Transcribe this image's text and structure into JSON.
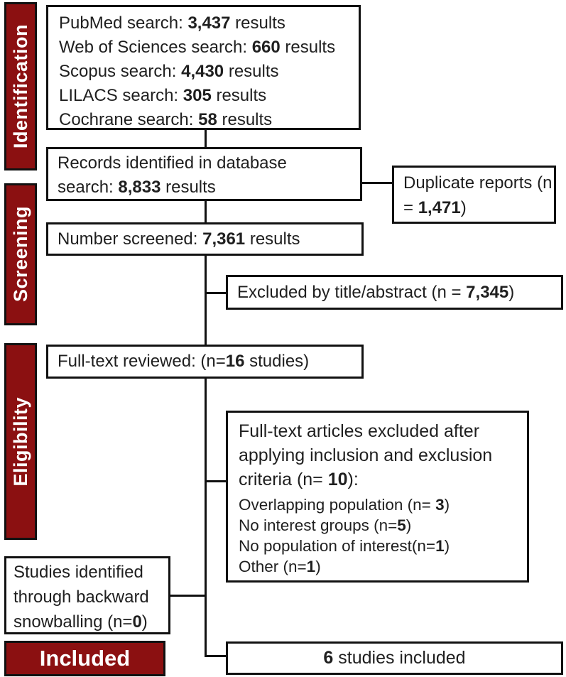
{
  "title": "PRISMA study selection flow diagram",
  "palette": {
    "accent_red": "#8b1011",
    "line_black": "#111111",
    "text": "#1f1f1f"
  },
  "sidebar": {
    "identification": "Identification",
    "screening": "Screening",
    "eligibility": "Eligibility",
    "included": "Included"
  },
  "boxes": {
    "search": {
      "lines": [
        {
          "pre": "PubMed search: ",
          "num": "3,437",
          "post": " results"
        },
        {
          "pre": "Web of Sciences search: ",
          "num": "660",
          "post": " results"
        },
        {
          "pre": "Scopus search: ",
          "num": "4,430",
          "post": " results"
        },
        {
          "pre": "LILACS search: ",
          "num": "305",
          "post": " results"
        },
        {
          "pre": "Cochrane search: ",
          "num": "58",
          "post": " results"
        }
      ]
    },
    "records": {
      "pre": "Records identified in database search: ",
      "num": "8,833",
      "post": " results"
    },
    "duplicates": {
      "pre": "Duplicate reports (n = ",
      "num": "1,471",
      "post": ")"
    },
    "screened": {
      "pre": "Number screened: ",
      "num": "7,361",
      "post": " results"
    },
    "excluded_title_abstract": {
      "pre": "Excluded by title/abstract (n = ",
      "num": "7,345",
      "post": ")"
    },
    "fulltext_reviewed": {
      "pre": "Full-text reviewed: (n=",
      "num": "16",
      "post": " studies)"
    },
    "fulltext_excluded": {
      "heading": {
        "pre": "Full-text articles excluded after applying inclusion and exclusion criteria (n= ",
        "num": "10",
        "post": "):"
      },
      "reasons": [
        {
          "pre": "Overlapping population (n= ",
          "num": "3",
          "post": ")"
        },
        {
          "pre": "No interest groups (n=",
          "num": "5",
          "post": ")"
        },
        {
          "pre": "No population of interest(n=",
          "num": "1",
          "post": ")"
        },
        {
          "pre": "Other (n=",
          "num": "1",
          "post": ")"
        }
      ]
    },
    "snowballing": {
      "pre": "Studies identified through backward snowballing (n=",
      "num": "0",
      "post": ")"
    },
    "included_final": {
      "pre": "",
      "num": "6",
      "post": " studies included"
    }
  }
}
